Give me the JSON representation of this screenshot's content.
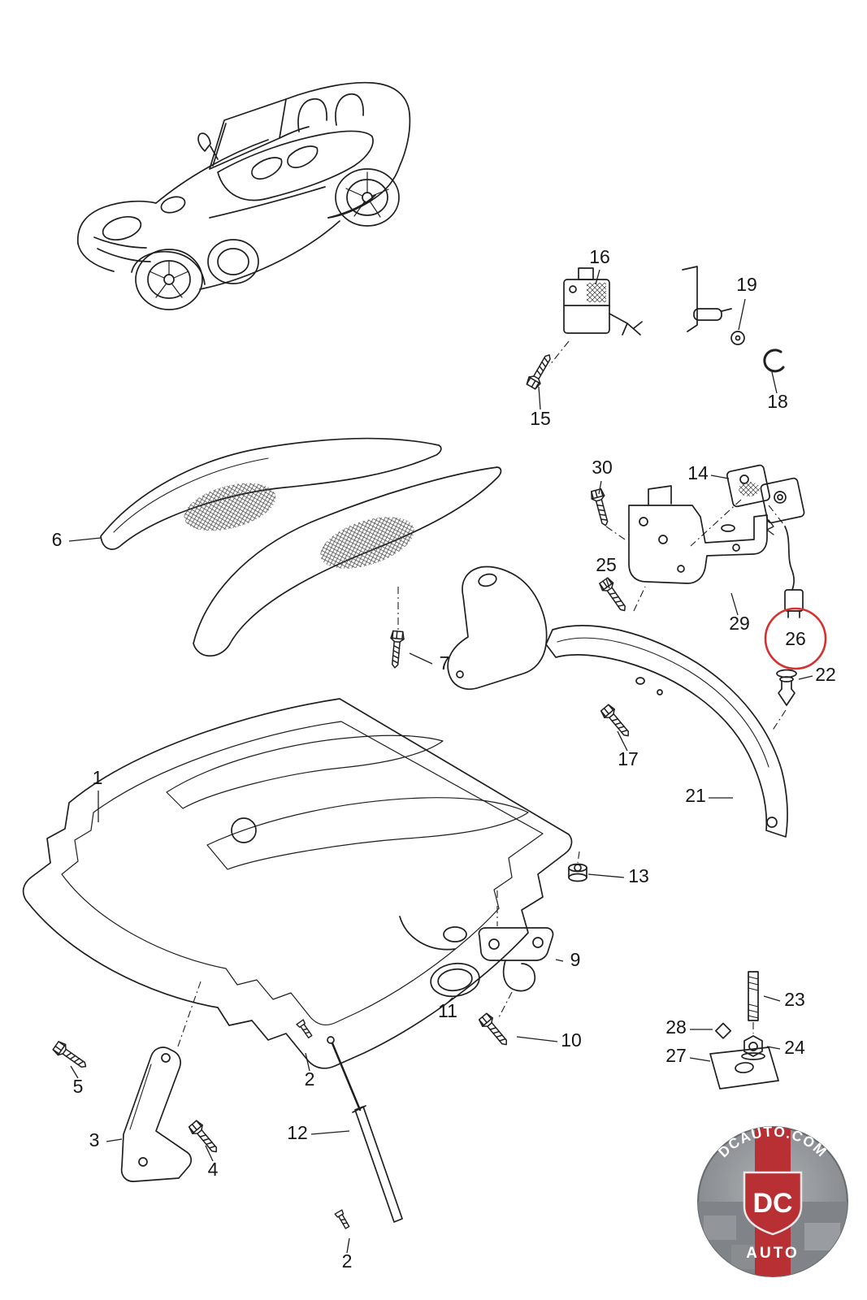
{
  "page": {
    "background": "#ffffff",
    "description": "Exploded-view parts diagram of a roadster sports car rear engine lid, liner, lock hardware and fasteners"
  },
  "colors": {
    "line": "#1f1f1f",
    "highlight_circle": "#d63131",
    "logo_red": "#b5242a",
    "logo_gray": "#8e9296"
  },
  "callouts": [
    {
      "label": "1"
    },
    {
      "label": "2"
    },
    {
      "label": "2"
    },
    {
      "label": "3"
    },
    {
      "label": "4"
    },
    {
      "label": "5"
    },
    {
      "label": "6"
    },
    {
      "label": "7"
    },
    {
      "label": "9"
    },
    {
      "label": "10"
    },
    {
      "label": "11"
    },
    {
      "label": "12"
    },
    {
      "label": "13"
    },
    {
      "label": "14"
    },
    {
      "label": "15"
    },
    {
      "label": "16"
    },
    {
      "label": "17"
    },
    {
      "label": "18"
    },
    {
      "label": "19"
    },
    {
      "label": "21"
    },
    {
      "label": "22"
    },
    {
      "label": "23"
    },
    {
      "label": "24"
    },
    {
      "label": "25"
    },
    {
      "label": "26",
      "highlighted": true
    },
    {
      "label": "27"
    },
    {
      "label": "28"
    },
    {
      "label": "29"
    },
    {
      "label": "30"
    }
  ],
  "highlight": {
    "circled_callout": "26"
  },
  "logo": {
    "arc_text": "DCAUTO.COM",
    "monogram": "DC",
    "subtext": "AUTO"
  }
}
